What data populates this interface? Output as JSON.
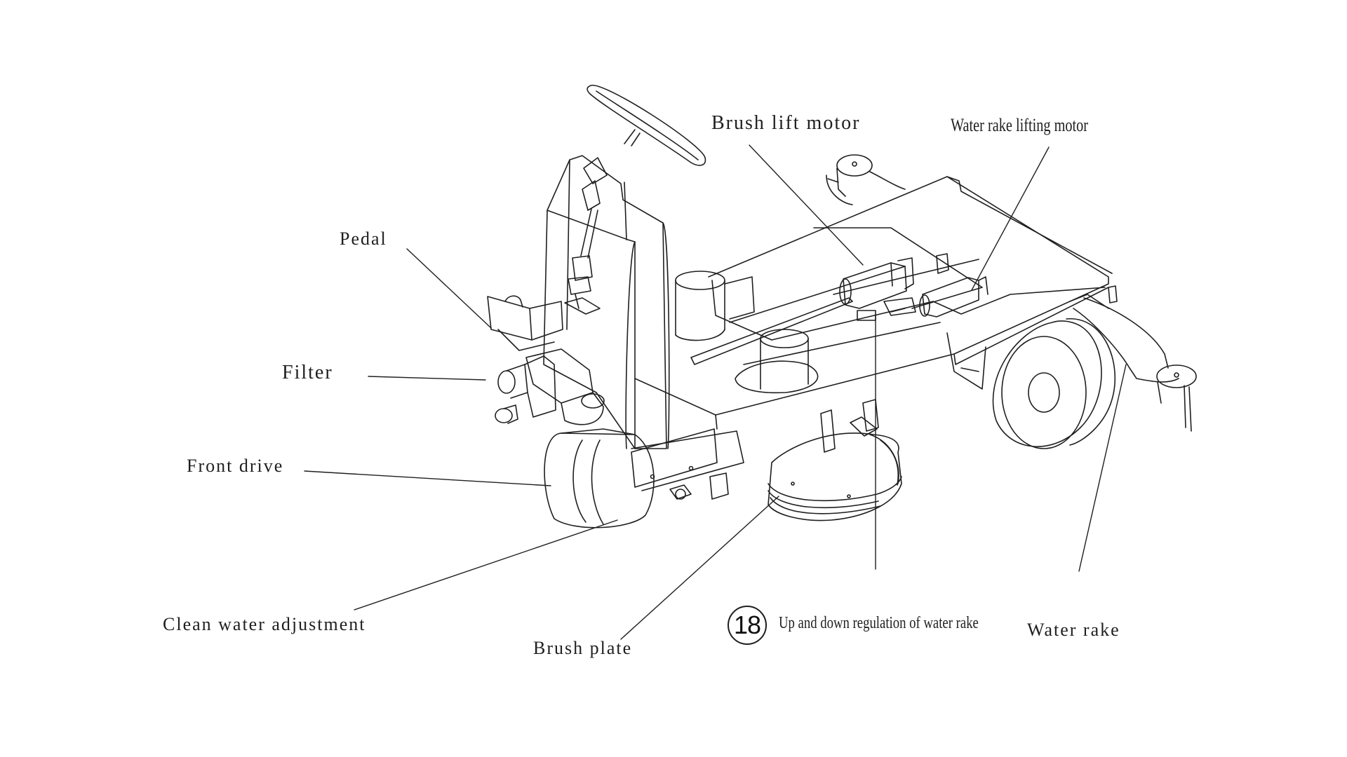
{
  "labels": {
    "brush_lift_motor": "Brush lift motor",
    "water_rake_lifting_motor": "Water rake lifting motor",
    "pedal": "Pedal",
    "filter": "Filter",
    "front_drive": "Front drive",
    "clean_water_adjustment": "Clean water adjustment",
    "brush_plate": "Brush plate",
    "water_rake": "Water rake"
  },
  "callout": {
    "number": "18",
    "text": "Up and down regulation of water rake"
  },
  "colors": {
    "line": "#1f1f1f",
    "background": "#ffffff"
  }
}
